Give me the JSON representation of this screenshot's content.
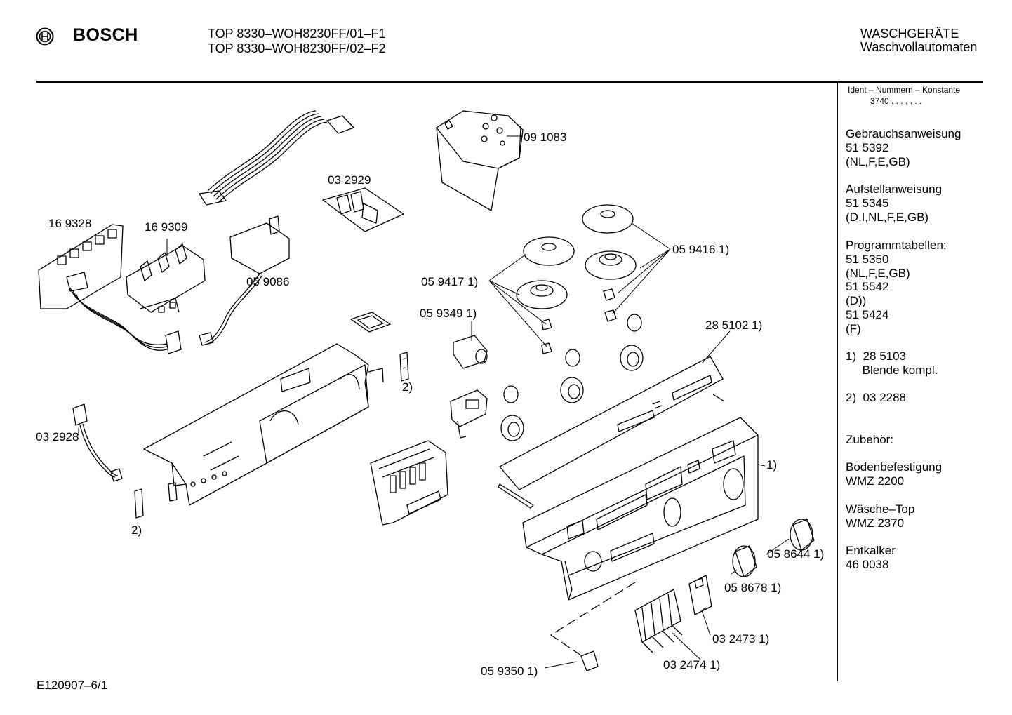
{
  "header": {
    "brand": "BOSCH",
    "models": [
      "TOP 8330–WOH8230FF/01–F1",
      "TOP 8330–WOH8230FF/02–F2"
    ],
    "category": "WASCHGERÄTE",
    "subcategory": "Waschvollautomaten"
  },
  "sidebar": {
    "ident_label": "Ident – Nummern – Konstante",
    "ident_value": "3740  .  .  .   .  .  .  .",
    "lines": [
      {
        "text": "Gebrauchsanweisung"
      },
      {
        "text": "51 5392"
      },
      {
        "text": "(NL,F,E,GB)"
      },
      {
        "text": "Aufstellanweisung"
      },
      {
        "text": "51 5345"
      },
      {
        "text": "(D,I,NL,F,E,GB)"
      },
      {
        "text": "Programmtabellen:"
      },
      {
        "text": "51 5350"
      },
      {
        "text": "(NL,F,E,GB)"
      },
      {
        "text": "51 5542"
      },
      {
        "text": "(D))"
      },
      {
        "text": "51 5424"
      },
      {
        "text": "(F)"
      },
      {
        "text": "1)  28 5103"
      },
      {
        "text": "     Blende kompl."
      },
      {
        "text": "2)  03 2288"
      },
      {
        "text": "Zubehör:"
      },
      {
        "text": "Bodenbefestigung"
      },
      {
        "text": "WMZ 2200"
      },
      {
        "text": "Wäsche–Top"
      },
      {
        "text": "WMZ 2370"
      },
      {
        "text": "Entkalker"
      },
      {
        "text": "46 0038"
      }
    ]
  },
  "parts": [
    {
      "id": "091083",
      "label": "09 1083"
    },
    {
      "id": "032929",
      "label": "03 2929"
    },
    {
      "id": "169328",
      "label": "16 9328"
    },
    {
      "id": "169309",
      "label": "16 9309"
    },
    {
      "id": "059086",
      "label": "05 9086"
    },
    {
      "id": "059416",
      "label": "05 9416 1)"
    },
    {
      "id": "059417",
      "label": "05 9417 1)"
    },
    {
      "id": "059349",
      "label": "05 9349 1)"
    },
    {
      "id": "285102",
      "label": "28 5102 1)"
    },
    {
      "id": "note2a",
      "label": "2)"
    },
    {
      "id": "032928",
      "label": "03 2928"
    },
    {
      "id": "panel1",
      "label": "1)"
    },
    {
      "id": "058644",
      "label": "05 8644 1)"
    },
    {
      "id": "058678",
      "label": "05 8678 1)"
    },
    {
      "id": "note2b",
      "label": "2)"
    },
    {
      "id": "032473",
      "label": "03 2473 1)"
    },
    {
      "id": "032474",
      "label": "03 2474 1)"
    },
    {
      "id": "059350",
      "label": "05 9350 1)"
    }
  ],
  "footer": {
    "code": "E120907–6/1"
  }
}
